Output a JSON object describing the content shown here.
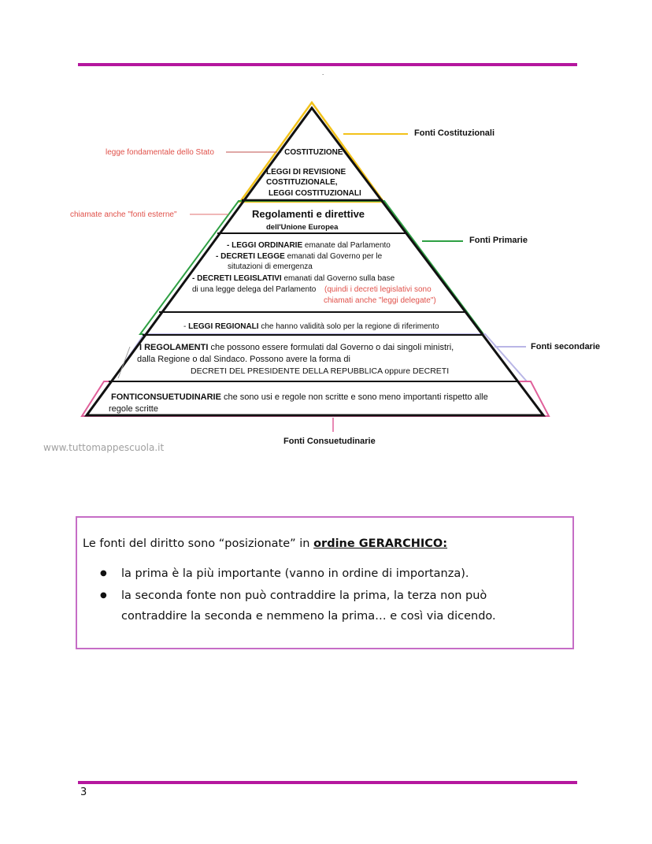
{
  "page": {
    "number": "3",
    "dot": "."
  },
  "pyramid": {
    "side_labels": {
      "costituzionali": "Fonti Costituzionali",
      "primarie": "Fonti Primarie",
      "secondarie": "Fonti secondarie",
      "consuetudinarie": "Fonti Consuetudinarie"
    },
    "annotations": {
      "stato": "legge fondamentale dello Stato",
      "esterne": "chiamate anche \"fonti esterne\""
    },
    "levels": {
      "costituzione": "COSTITUZIONE",
      "revisione_1": "LEGGI DI REVISIONE",
      "revisione_2": "COSTITUZIONALE,",
      "revisione_3": "LEGGI COSTITUZIONALI",
      "ue_title": "Regolamenti e direttive",
      "ue_sub": "dell'Unione Europea",
      "ordinarie_bold": "-  LEGGI ORDINARIE",
      "ordinarie_rest": " emanate dal Parlamento",
      "decreti_legge_bold": "- DECRETI LEGGE",
      "decreti_legge_rest": " emanati dal Governo per le",
      "decreti_legge_cont": "situtazioni di emergenza",
      "legislativi_bold": "-  DECRETI LEGISLATIVI",
      "legislativi_rest": " emanati dal Governo sulla base",
      "legislativi_cont": "di una legge delega del Parlamento",
      "legislativi_note_1": "(quindi i decreti legislativi sono",
      "legislativi_note_2": "chiamati anche \"leggi delegate\")",
      "regionali_dash": "- ",
      "regionali_bold": "LEGGI REGIONALI",
      "regionali_rest": " che hanno validità solo per la regione di riferimento",
      "regolamenti_bold": "I REGOLAMENTI",
      "regolamenti_rest": " che possono essere formulati dal Governo o dai singoli ministri,",
      "regolamenti_2": "dalla Regione o dal Sindaco.  Possono avere la forma di",
      "regolamenti_3": "DECRETI DEL PRESIDENTE DELLA REPUBBLICA oppure DECRETI",
      "consuetudini_bold": "FONTICONSUETUDINARIE",
      "consuetudini_rest": " che sono usi e regole non scritte e sono meno importanti rispetto alle",
      "consuetudini_2": "regole scritte"
    },
    "watermark": "www.tuttomappescuola.it"
  },
  "note": {
    "intro": "Le fonti del diritto sono “posizionate” in ",
    "intro_bold": "ordine GERARCHICO:",
    "bullets": [
      "la prima è la più importante (vanno in ordine di importanza).",
      "la seconda fonte non può contraddire la prima, la terza non può contraddire la seconda e nemmeno la prima… e così via dicendo."
    ]
  },
  "colors": {
    "rule": "#b5179e",
    "costituzionali": "#f2c21a",
    "primarie": "#2ea043",
    "secondarie": "#b9b6e6",
    "consuetudinarie": "#e0609a",
    "annotation": "#e0514a",
    "note_border": "#c66dc6"
  }
}
